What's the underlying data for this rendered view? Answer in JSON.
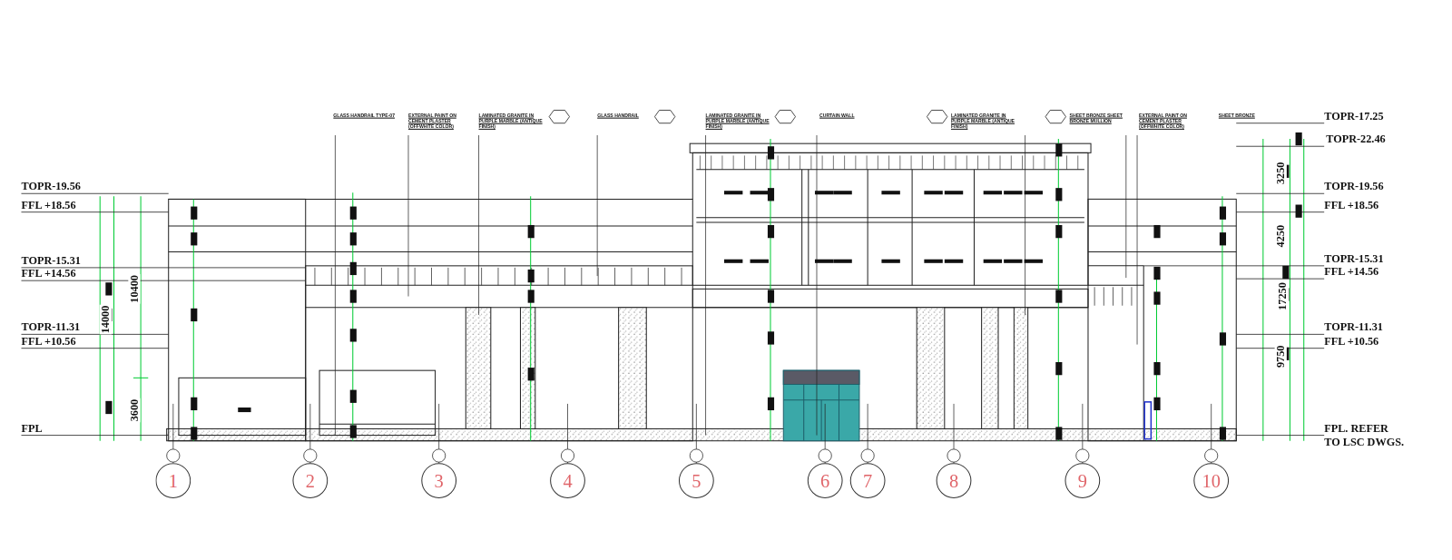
{
  "diagram": {
    "nodes": [
      {
        "text": [
          "1"
        ]
      },
      {
        "text": [
          "2"
        ]
      },
      {
        "text": [
          "3"
        ]
      },
      {
        "text": [
          "4"
        ]
      },
      {
        "text": [
          "5"
        ]
      },
      {
        "text": [
          "6"
        ]
      },
      {
        "text": [
          "7"
        ]
      },
      {
        "text": [
          "8"
        ]
      },
      {
        "text": [
          "9"
        ]
      },
      {
        "text": [
          "10"
        ]
      }
    ],
    "labels": [
      "GLASS HANDRAIL TYPE-07",
      "EXTERNAL PAINT ON CEMENT PLASTER (OFFWHITE COLOR)",
      "LAMINATED GRANITE IN PURPLE MARBLE (ANTIQUE FINISH)",
      "GLASS HANDRAIL",
      "LAMINATED GRANITE IN PURPLE MARBLE (ANTIQUE FINISH)",
      "CURTAIN WALL",
      "LAMINATED GRANITE IN PURPLE MARBLE (ANTIQUE FINISH)",
      "SHEET BRONZE SHEET BRONZE MULLION",
      "EXTERNAL PAINT ON CEMENT PLASTER (OFFWHITE COLOR)",
      "SHEET BRONZE",
      "TOPR-19.56",
      "FFL +18.56",
      "TOPR-15.31",
      "FFL +14.56",
      "TOPR-11.31",
      "FFL +10.56",
      "FPL",
      "14000",
      "10400",
      "3600",
      "TOPR-17.25",
      "TOPR-22.46",
      "3250",
      "TOPR-19.56",
      "FFL +18.56",
      "4250",
      "TOPR-15.31",
      "FFL +14.56",
      "17250",
      "TOPR-11.31",
      "FFL +10.56",
      "9750",
      "FPL. REFER",
      "TO LSC DWGS."
    ]
  }
}
